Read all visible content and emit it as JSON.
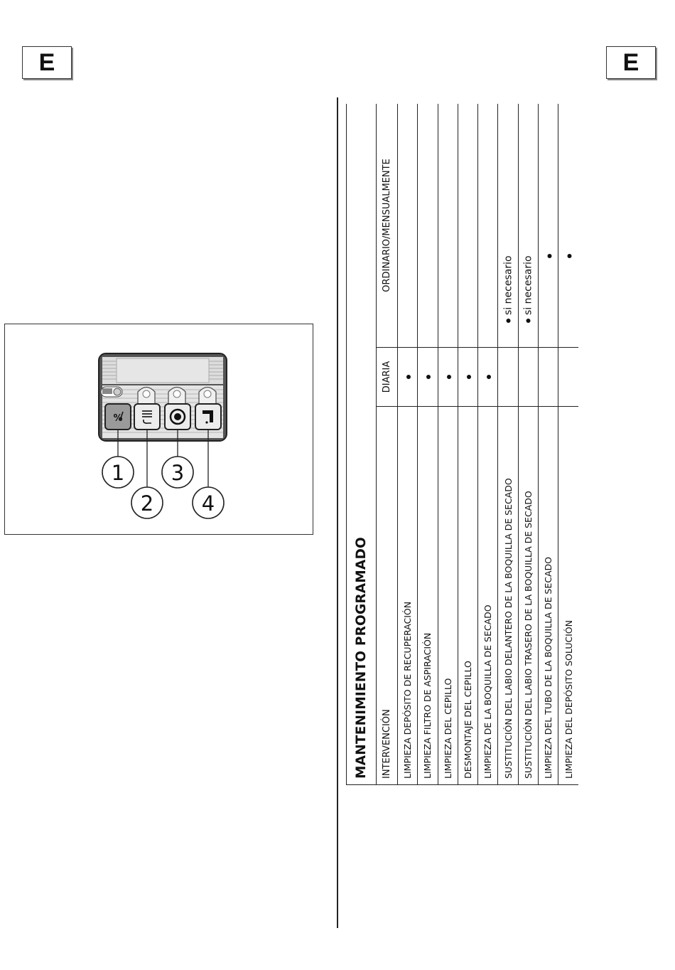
{
  "page": {
    "badge_left": "E",
    "badge_right": "E"
  },
  "panel": {
    "button_labels": [
      "%",
      "",
      "",
      ""
    ],
    "callouts": [
      "1",
      "2",
      "3",
      "4"
    ]
  },
  "table": {
    "title": "MANTENIMIENTO PROGRAMADO",
    "headers": {
      "intervencion": "INTERVENCIÓN",
      "diaria": "DIARIA",
      "mensual": "ORDINARIO/MENSUALMENTE"
    },
    "rows": [
      {
        "label": "LIMPIEZA DEPÓSITO DE RECUPERACIÓN",
        "diaria": true,
        "mensual": ""
      },
      {
        "label": "LIMPIEZA FILTRO DE ASPIRACIÓN",
        "diaria": true,
        "mensual": ""
      },
      {
        "label": "LIMPIEZA DEL CEPILLO",
        "diaria": true,
        "mensual": ""
      },
      {
        "label": "DESMONTAJE DEL CEPILLO",
        "diaria": true,
        "mensual": ""
      },
      {
        "label": "LIMPIEZA DE LA BOQUILLA DE SECADO",
        "diaria": true,
        "mensual": ""
      },
      {
        "label": "SUSTITUCIÓN DEL LABIO DELANTERO DE LA BOQUILLA DE SECADO",
        "diaria": false,
        "mensual": "si necesario"
      },
      {
        "label": "SUSTITUCIÓN DEL LABIO TRASERO DE LA BOQUILLA DE SECADO",
        "diaria": false,
        "mensual": "si necesario"
      },
      {
        "label": "LIMPIEZA DEL TUBO DE LA BOQUILLA DE SECADO",
        "diaria": false,
        "mensual": "dot"
      },
      {
        "label": "LIMPIEZA DEL DEPÓSITO SOLUCIÓN",
        "diaria": false,
        "mensual": "dot"
      }
    ]
  }
}
